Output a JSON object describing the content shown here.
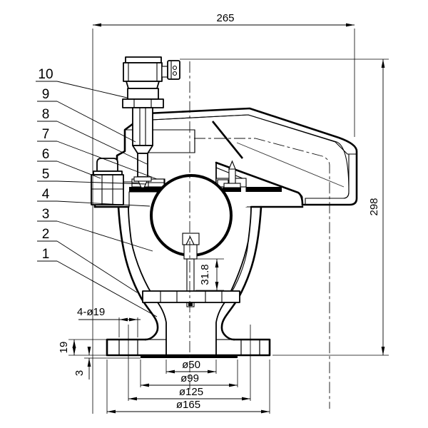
{
  "dimensions": {
    "overall_width": "265",
    "overall_height": "298",
    "bolt_holes": "4-ø19",
    "flange_thickness": "19",
    "raised_face_height": "3",
    "float_stem_height": "31.8",
    "bore_diameter": "ø50",
    "raised_face_diameter": "ø99",
    "bolt_circle_diameter": "ø125",
    "flange_diameter": "ø165"
  },
  "callouts": [
    "10",
    "9",
    "8",
    "7",
    "6",
    "5",
    "4",
    "3",
    "2",
    "1"
  ]
}
